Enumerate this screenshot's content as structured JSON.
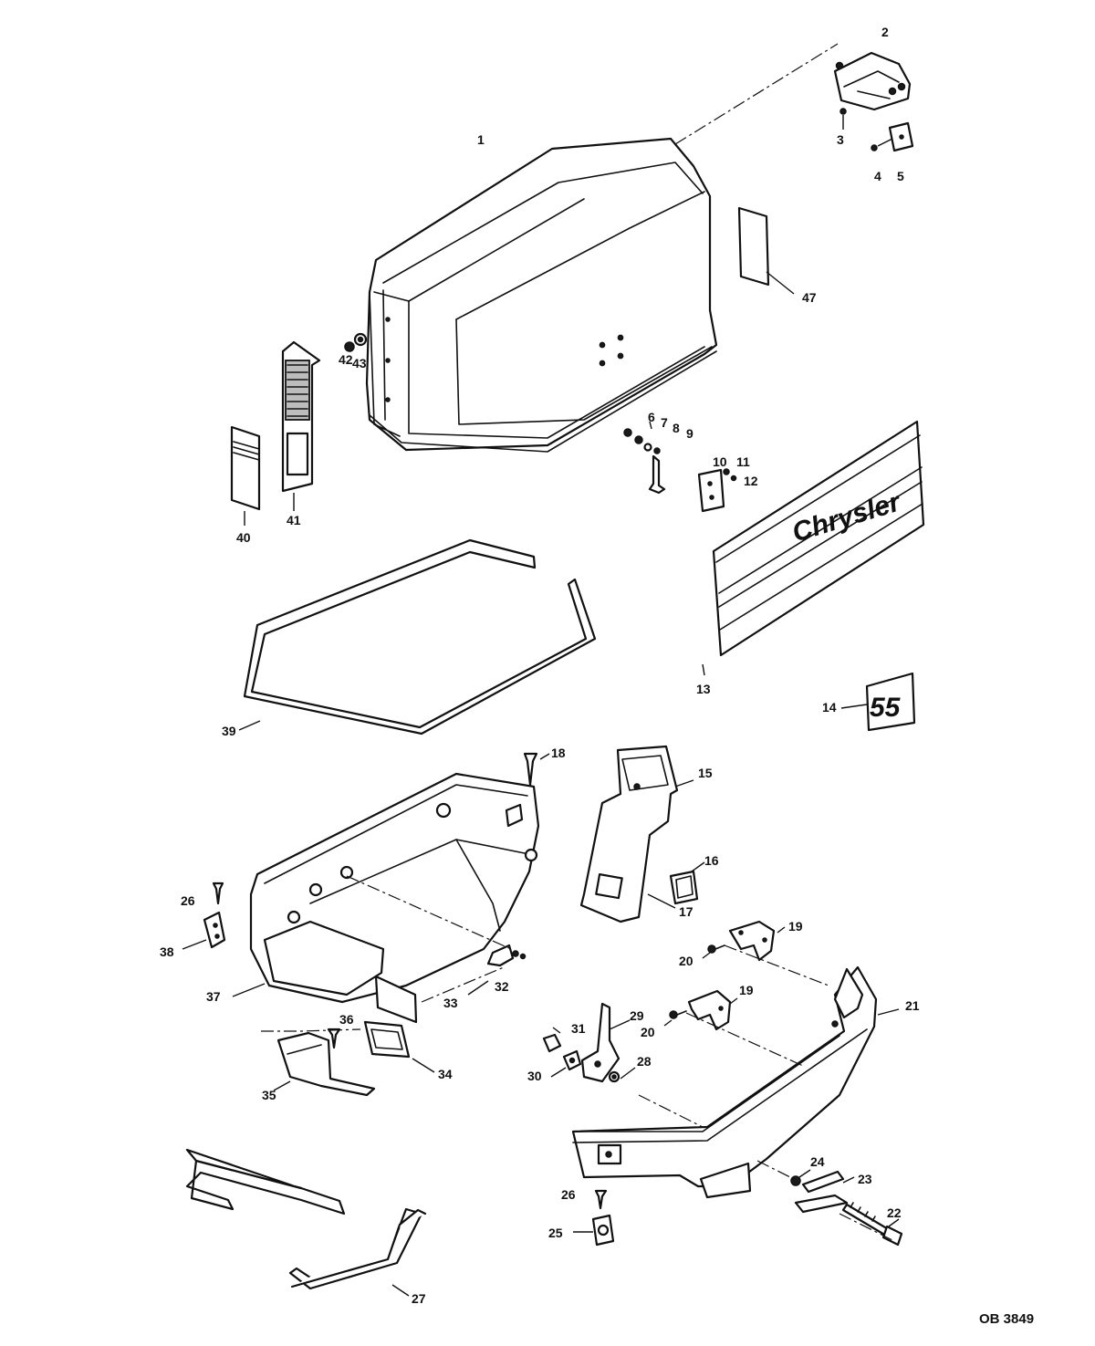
{
  "brand_decal_text": "Chrysler",
  "model_decal_text": "55",
  "drawing_ref": "OB 3849",
  "callouts": [
    "1",
    "2",
    "3",
    "4",
    "5",
    "6",
    "7",
    "8",
    "9",
    "10",
    "11",
    "12",
    "13",
    "14",
    "15",
    "16",
    "17",
    "18",
    "19",
    "19",
    "20",
    "20",
    "21",
    "22",
    "23",
    "24",
    "25",
    "26",
    "26",
    "27",
    "28",
    "29",
    "30",
    "31",
    "32",
    "33",
    "34",
    "35",
    "36",
    "37",
    "38",
    "39",
    "40",
    "41",
    "42",
    "43",
    "47"
  ]
}
